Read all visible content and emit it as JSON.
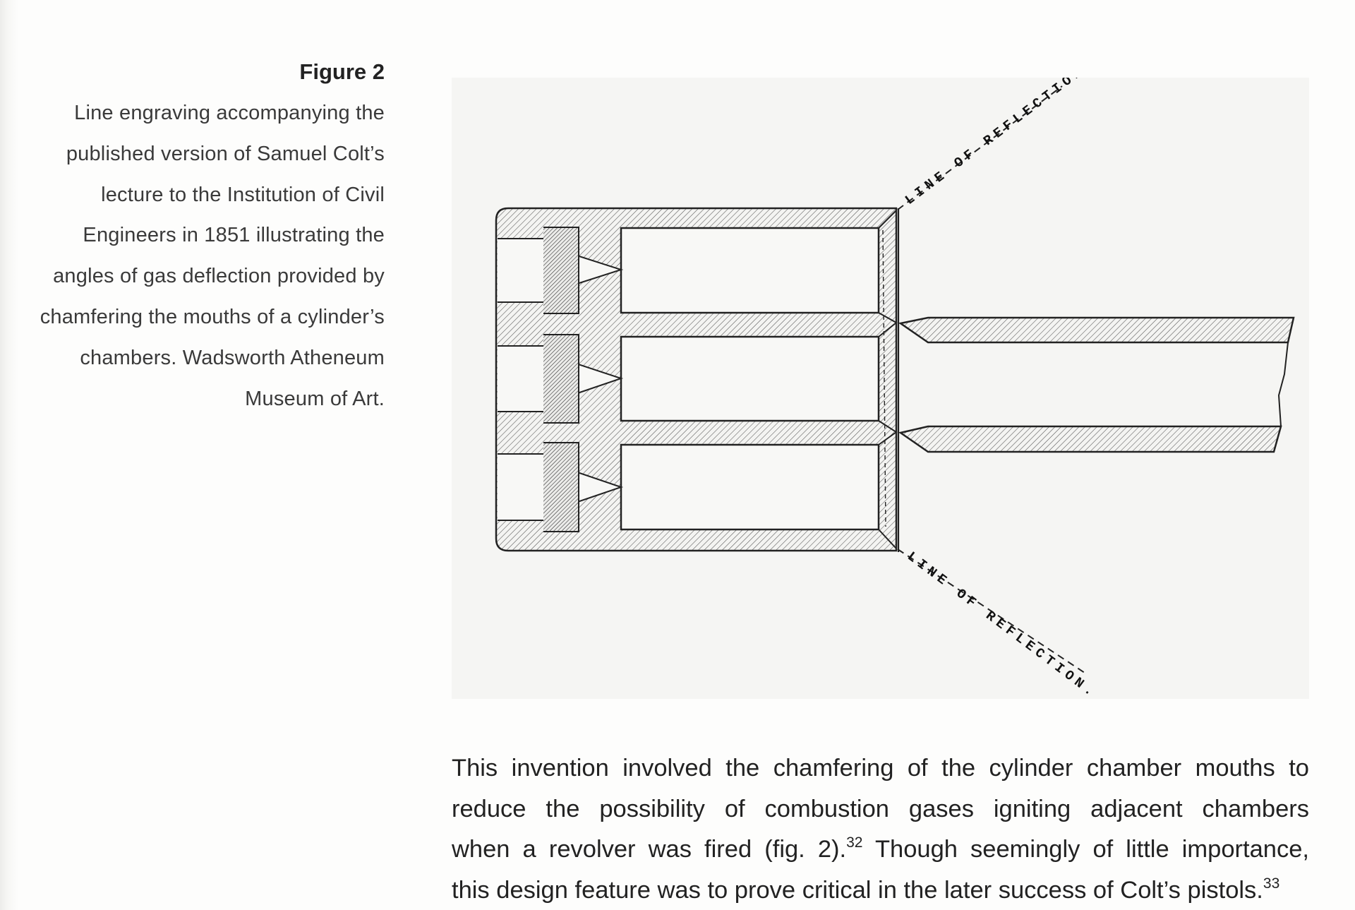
{
  "caption": {
    "title": "Figure 2",
    "lines": [
      "Line engraving accompanying the",
      "published version of Samuel Colt’s",
      "lecture to the Institution of Civil",
      "Engineers in 1851 illustrating the",
      "angles of gas deflection provided by",
      "chamfering the mouths of a cylinder’s",
      "chambers. Wadsworth Atheneum",
      "Museum of Art."
    ]
  },
  "figure": {
    "label_top": "LINE OF REFLECTION.",
    "label_bottom": "LINE OF REFLECTION."
  },
  "body": {
    "line1": "This invention involved the chamfering of the cylinder chamber mouths to",
    "line2": "reduce the possibility of combustion gases igniting adjacent chambers",
    "line3_pre": "when a revolver was fired (fig. 2).",
    "fn1": "32",
    "line3_post": " Though seemingly of little importance,",
    "line4_pre": "this design feature was to prove critical in the later success of Colt’s pistols.",
    "fn2": "33"
  }
}
